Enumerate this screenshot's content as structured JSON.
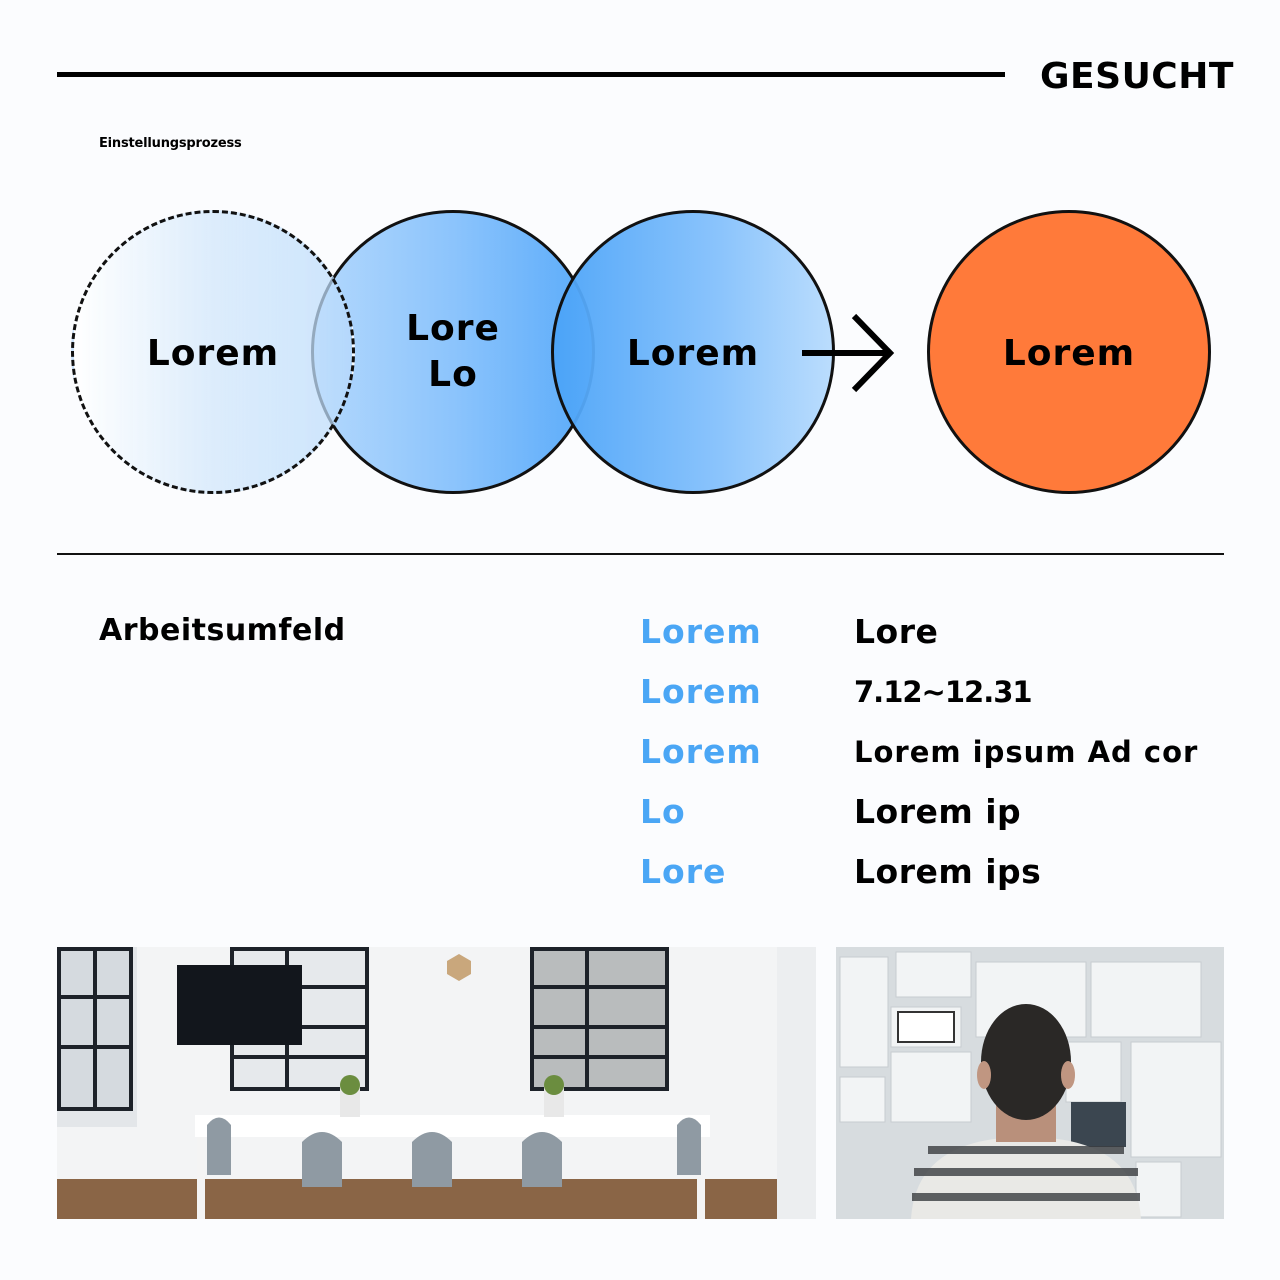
{
  "header": {
    "title": "GESUCHT",
    "subtitle": "Einstellungsprozess"
  },
  "process": {
    "steps": [
      {
        "label": "Lorem",
        "style": "dashed-light-blue"
      },
      {
        "label_line1": "Lore",
        "label_line2": "Lo",
        "style": "solid-blue"
      },
      {
        "label": "Lorem",
        "style": "solid-blue"
      },
      {
        "label": "Lorem",
        "style": "solid-orange"
      }
    ],
    "arrow_icon": "arrow-right-icon"
  },
  "details": {
    "section_title": "Arbeitsumfeld",
    "rows": [
      {
        "label": "Lorem",
        "value": "Lore"
      },
      {
        "label": "Lorem",
        "value": "7.12~12.31"
      },
      {
        "label": "Lorem",
        "value": "Lorem ipsum Ad cor"
      },
      {
        "label": "Lo",
        "value": "Lorem ip"
      },
      {
        "label": "Lore",
        "value": "Lorem ips"
      }
    ]
  },
  "photos": [
    {
      "alt": "Bright meeting room with white table, grey chairs and black-framed windows"
    },
    {
      "alt": "Man in striped sweater viewed from behind looking at wall of sketches"
    }
  ],
  "colors": {
    "accent_blue": "#4aa6f5",
    "accent_orange": "#ff7a3a",
    "text": "#000000",
    "background": "#fbfcfe"
  }
}
